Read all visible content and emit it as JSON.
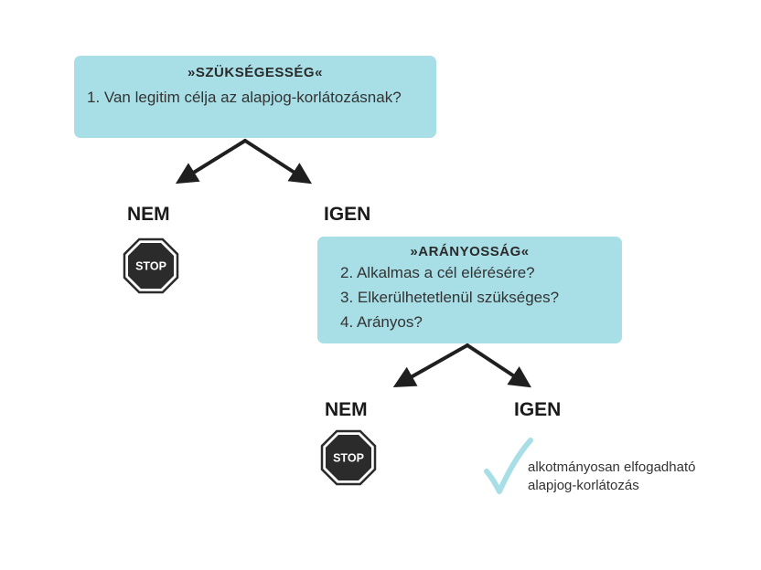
{
  "step1": {
    "title": "»SZÜKSÉGESSÉG«",
    "lines": [
      "1. Van legitim célja az alapjog-korlátozásnak?"
    ]
  },
  "branch1": {
    "no": "NEM",
    "yes": "IGEN",
    "stop": "STOP"
  },
  "step2": {
    "title": "»ARÁNYOSSÁG«",
    "lines": [
      "2. Alkalmas a cél elérésére?",
      "3. Elkerülhetetlenül szükséges?",
      "4. Arányos?"
    ]
  },
  "branch2": {
    "no": "NEM",
    "yes": "IGEN",
    "stop": "STOP"
  },
  "result": {
    "line1": "alkotmányosan elfogadható",
    "line2": "alapjog-korlátozás"
  },
  "colors": {
    "box_fill": "#a8dfe7",
    "stop_fill": "#2b2b2b",
    "check": "#a8dfe7",
    "arrow": "#1f1f1f"
  },
  "icons": {
    "stop": "stop-sign-icon",
    "check": "check-mark-icon"
  }
}
